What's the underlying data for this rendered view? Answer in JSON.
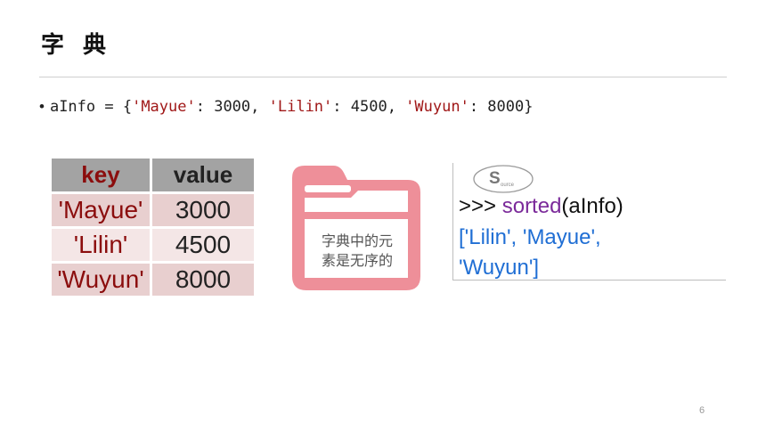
{
  "title": "字 典",
  "bullet": {
    "dot": "•",
    "var": "aInfo = {",
    "k1": "'Mayue'",
    "v1": ": 3000, ",
    "k2": "'Lilin'",
    "v2": ": 4500, ",
    "k3": "'Wuyun'",
    "v3": ": 8000}"
  },
  "table": {
    "headers": [
      "key",
      "value"
    ],
    "rows": [
      [
        "'Mayue'",
        "3000"
      ],
      [
        "'Lilin'",
        "4500"
      ],
      [
        "'Wuyun'",
        "8000"
      ]
    ]
  },
  "folder": {
    "text_line1": "字典中的元",
    "text_line2": "素是无序的",
    "color": "#ee8f99"
  },
  "source": {
    "bubble_s": "S",
    "bubble_small": "ource",
    "prompt": ">>> ",
    "fn": "sorted",
    "args": "(aInfo)",
    "result_line1": "['Lilin', 'Mayue',",
    "result_line2": "'Wuyun']"
  },
  "page_number": "6",
  "colors": {
    "string_red": "#a01818",
    "function_purple": "#7b2a9a",
    "result_blue": "#1f6ed4",
    "header_gray": "#a3a3a3"
  }
}
